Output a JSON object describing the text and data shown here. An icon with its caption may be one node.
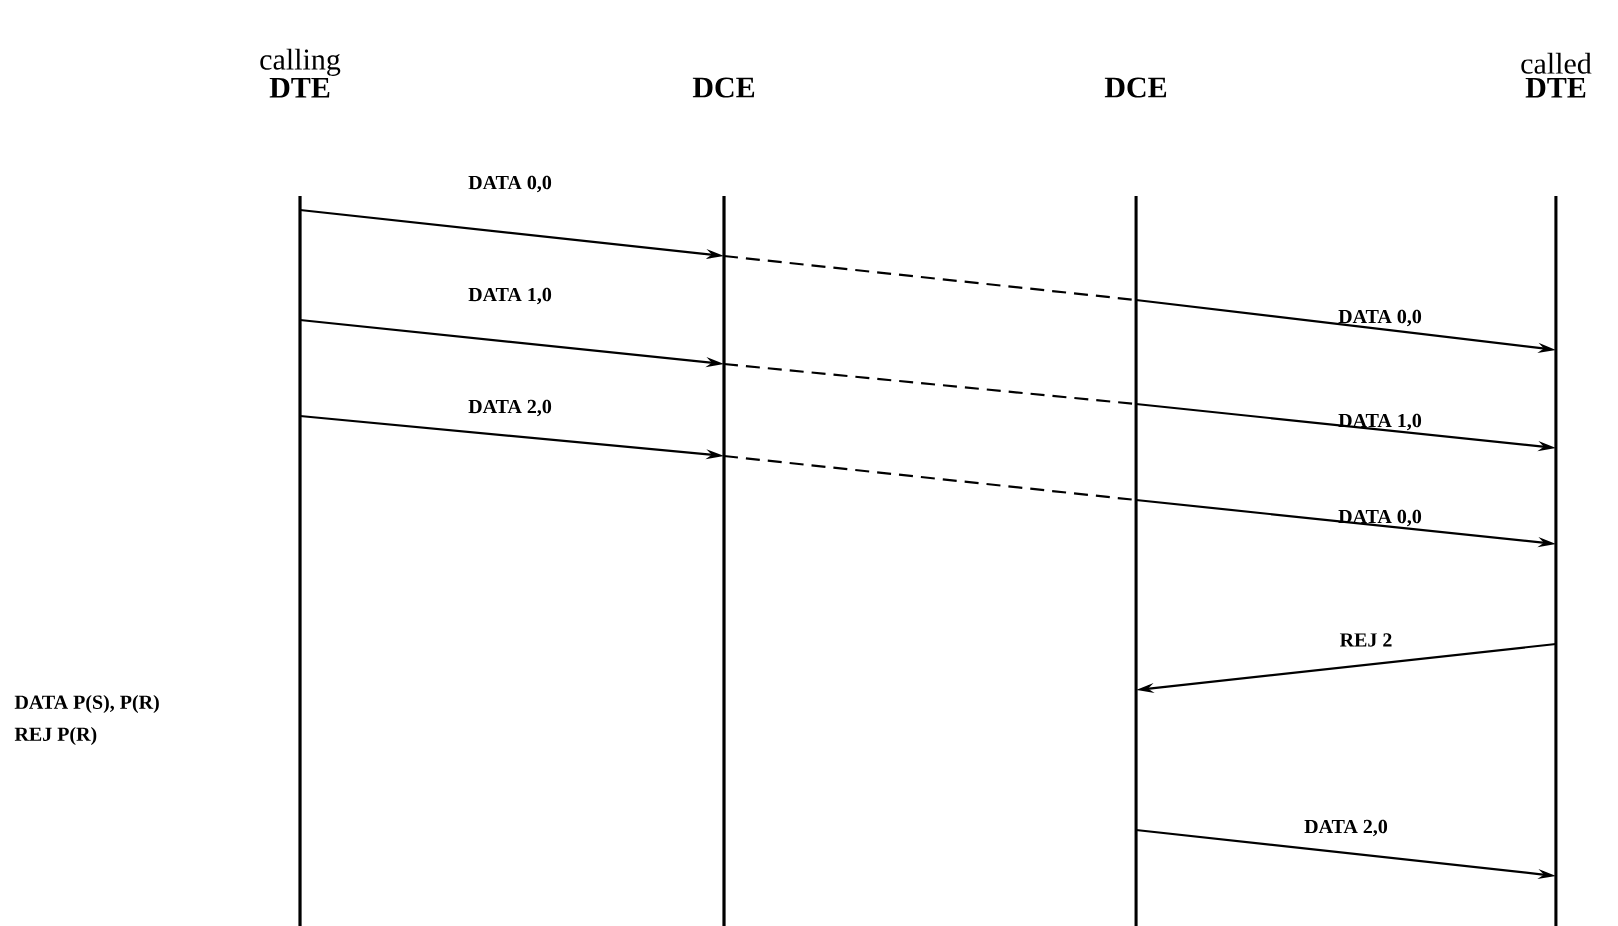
{
  "diagram": {
    "nodes": [
      {
        "text": [
          "calling",
          "DTE"
        ]
      },
      {
        "text": [
          "DCE"
        ]
      },
      {
        "text": [
          "DCE"
        ]
      },
      {
        "text": [
          "called",
          "DTE"
        ]
      }
    ],
    "edges": [
      {
        "from": 0,
        "to": 1,
        "arrow": "to",
        "label": "DATA 0,0"
      },
      {
        "from": 1,
        "to": 2,
        "arrow": "none",
        "style": "dashed"
      },
      {
        "from": 2,
        "to": 3,
        "arrow": "to",
        "label": "DATA 0,0"
      },
      {
        "from": 0,
        "to": 1,
        "arrow": "to",
        "label": "DATA 1,0"
      },
      {
        "from": 1,
        "to": 2,
        "arrow": "none",
        "style": "dashed"
      },
      {
        "from": 2,
        "to": 3,
        "arrow": "to",
        "label": "DATA 1,0"
      },
      {
        "from": 0,
        "to": 1,
        "arrow": "to",
        "label": "DATA 2,0"
      },
      {
        "from": 1,
        "to": 2,
        "arrow": "none",
        "style": "dashed"
      },
      {
        "from": 2,
        "to": 3,
        "arrow": "to",
        "label": "DATA 0,0"
      },
      {
        "from": 3,
        "to": 2,
        "arrow": "to",
        "label": "REJ 2"
      },
      {
        "from": 2,
        "to": 3,
        "arrow": "to",
        "label": "DATA 2,0"
      }
    ],
    "labels": [
      "DATA P(S), P(R)",
      "REJ P(R)"
    ]
  }
}
